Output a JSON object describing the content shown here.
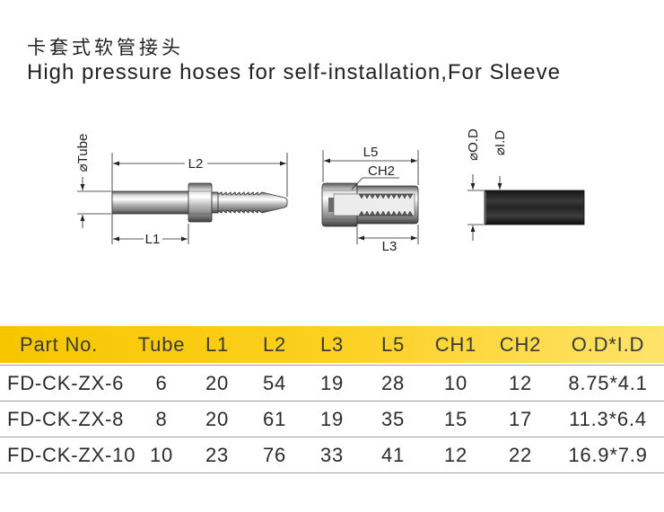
{
  "title": {
    "zh": "卡套式软管接头",
    "en": "High pressure hoses for self-installation,For Sleeve"
  },
  "drawings": {
    "fitting": {
      "tube_label": "⌀Tube",
      "l2_label": "L2",
      "l1_label": "L1"
    },
    "sleeve": {
      "l5_label": "L5",
      "ch2_label": "CH2",
      "l3_label": "L3"
    },
    "hose": {
      "od_label": "⌀O.D",
      "id_label": "⌀I.D"
    }
  },
  "table": {
    "headers": [
      "Part No.",
      "Tube",
      "L1",
      "L2",
      "L3",
      "L5",
      "CH1",
      "CH2",
      "O.D*I.D"
    ],
    "rows": [
      [
        "FD-CK-ZX-6",
        "6",
        "20",
        "54",
        "19",
        "28",
        "10",
        "12",
        "8.75*4.1"
      ],
      [
        "FD-CK-ZX-8",
        "8",
        "20",
        "61",
        "19",
        "35",
        "15",
        "17",
        "11.3*6.4"
      ],
      [
        "FD-CK-ZX-10",
        "10",
        "23",
        "76",
        "33",
        "41",
        "12",
        "22",
        "16.9*7.9"
      ]
    ]
  },
  "colors": {
    "header_background": "#f9cd14",
    "rule_line": "#9c9c9c",
    "text": "#2b2b2b",
    "hose": "#1e1e1e"
  }
}
